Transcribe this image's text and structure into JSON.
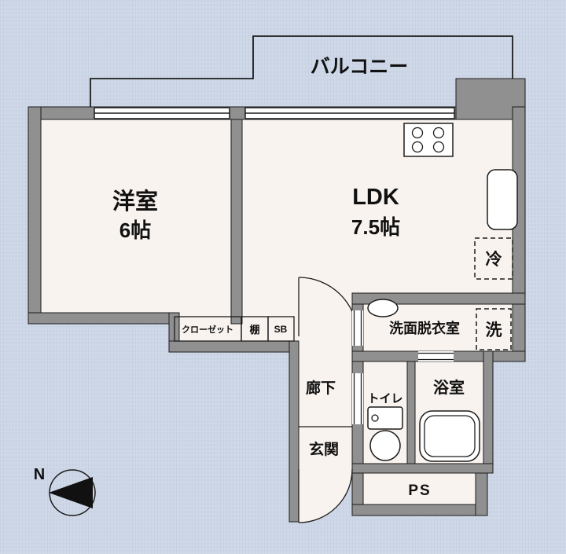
{
  "colors": {
    "page_bg": "#ccd6e6",
    "room_fill": "#f9f3ef",
    "wall_fill": "#909090",
    "wall_line": "#1c1c1c"
  },
  "labels": {
    "balcony": "バルコニー",
    "western_room": "洋室",
    "western_room_size": "6帖",
    "ldk": "LDK",
    "ldk_size": "7.5帖",
    "closet": "クローゼット",
    "shelf": "棚",
    "shoebox": "SB",
    "washroom": "洗面脱衣室",
    "refrigerator": "冷",
    "washer": "洗",
    "hallway": "廊下",
    "toilet": "トイレ",
    "bathroom": "浴室",
    "entrance": "玄関",
    "pipe_space": "PS",
    "north": "N"
  }
}
